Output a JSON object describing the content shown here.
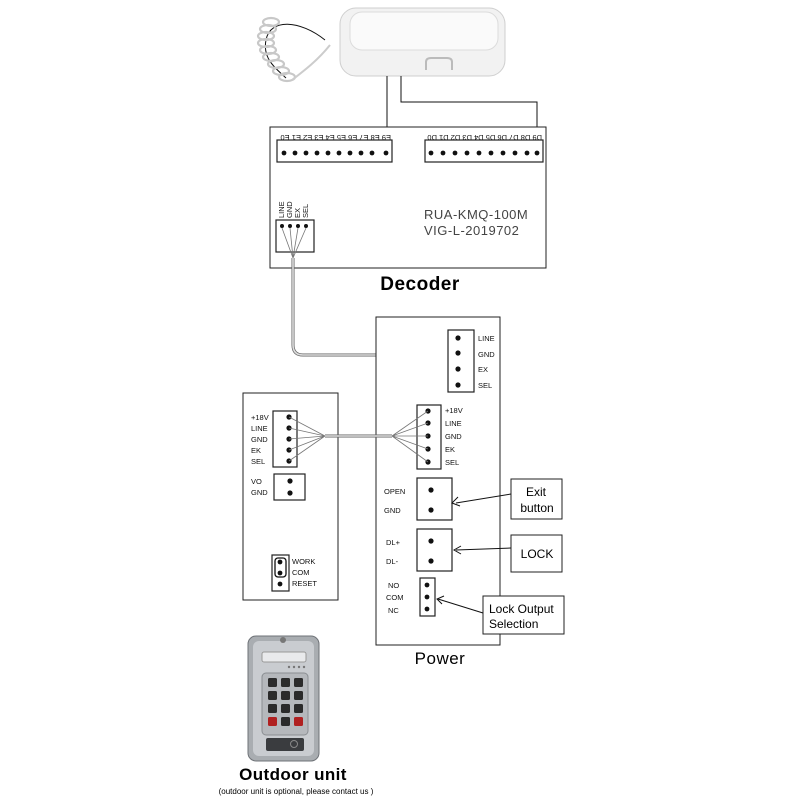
{
  "decoder": {
    "title": "Decoder",
    "model_line1": "RUA-KMQ-100M",
    "model_line2": "VIG-L-2019702",
    "e_terminals": "E9 E8 E7 E6 E5 E4 E3 E2 E1 E0",
    "d_terminals": "D9 D8 D7 D6 D5 D4 D3 D2 D1 D0",
    "connector_pins": [
      "LINE",
      "GND",
      "EX",
      "SEL"
    ]
  },
  "power": {
    "title": "Power",
    "top_connector": [
      "LINE",
      "GND",
      "EX",
      "SEL"
    ],
    "mid_connector": [
      "+18V",
      "LINE",
      "GND",
      "EK",
      "SEL"
    ],
    "open_gnd": [
      "OPEN",
      "GND"
    ],
    "lock_pins": [
      "DL+",
      "DL-"
    ],
    "selection_pins": [
      "NO",
      "COM",
      "NC"
    ]
  },
  "outdoor_board": {
    "main_connector": [
      "+18V",
      "LINE",
      "GND",
      "EK",
      "SEL"
    ],
    "vo_connector": [
      "VO",
      "GND"
    ],
    "jumper": [
      "WORK",
      "COM",
      "RESET"
    ]
  },
  "callouts": {
    "exit_line1": "Exit",
    "exit_line2": "button",
    "lock": "LOCK",
    "selection_line1": "Lock Output",
    "selection_line2": "Selection"
  },
  "outdoor_unit": {
    "title": "Outdoor unit",
    "note": "(outdoor unit is optional, please contact us )"
  }
}
